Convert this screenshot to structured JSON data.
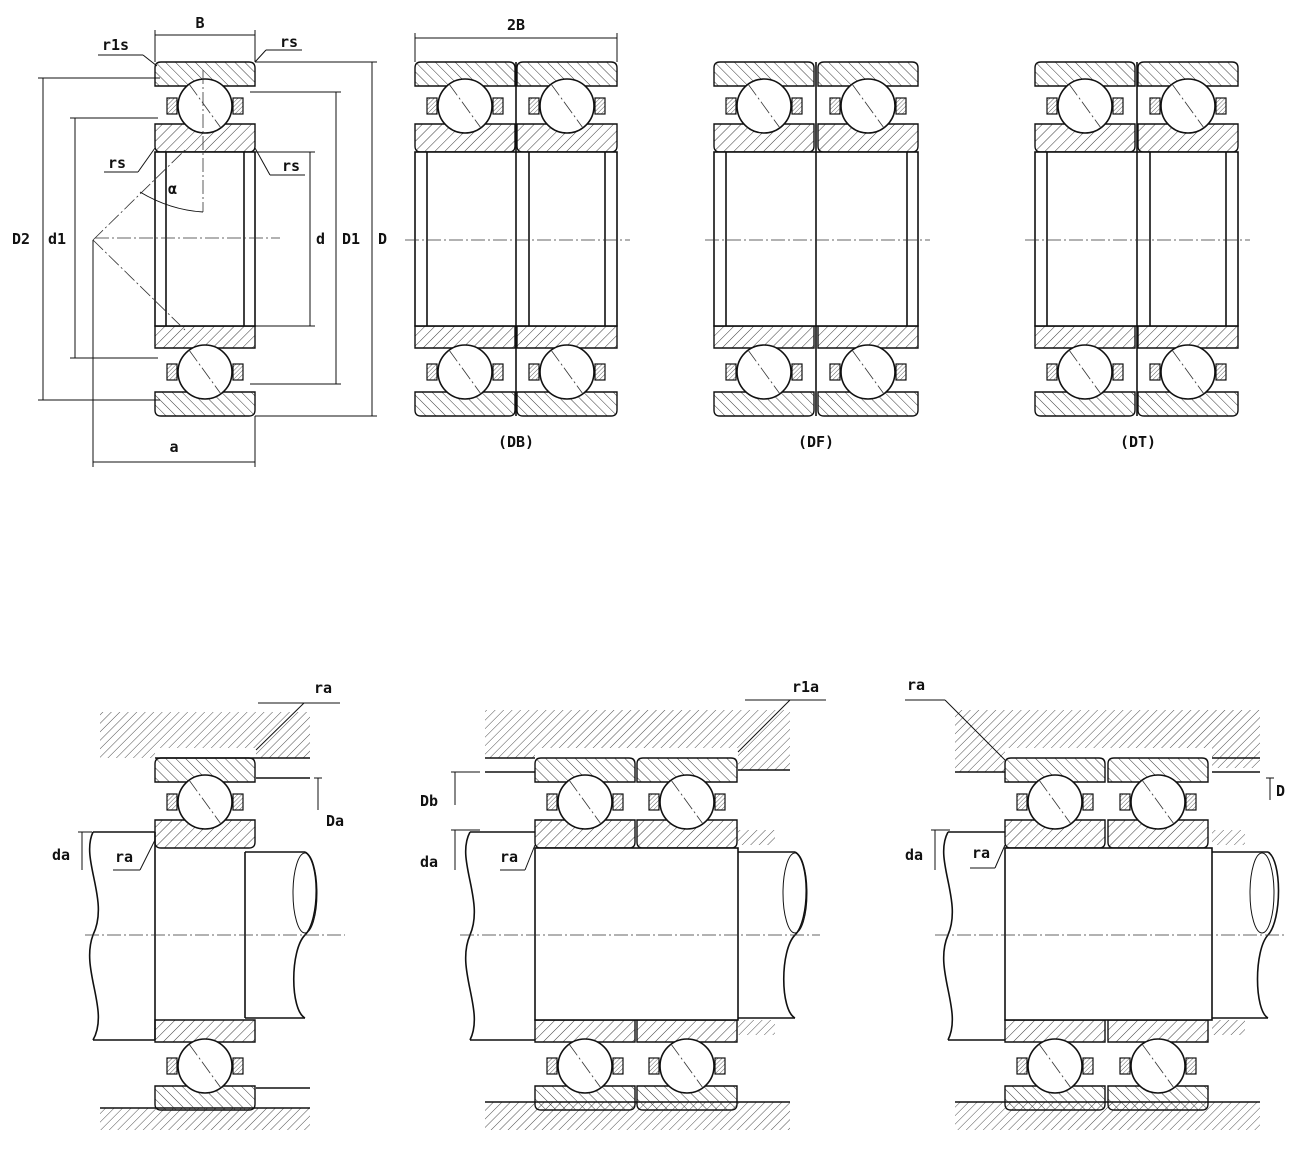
{
  "labels": {
    "B": "B",
    "r1s": "r1s",
    "rs_top": "rs",
    "rs_left": "rs",
    "rs_right": "rs",
    "alpha": "α",
    "D2": "D2",
    "d1": "d1",
    "d": "d",
    "D1": "D1",
    "D": "D",
    "a": "a",
    "twoB": "2B",
    "DB": "(DB)",
    "DF": "(DF)",
    "DT": "(DT)",
    "ra_1": "ra",
    "Da": "Da",
    "da_1": "da",
    "ra_1b": "ra",
    "r1a": "r1a",
    "Db": "Db",
    "da_2": "da",
    "ra_2": "ra",
    "ra_3": "ra",
    "D_3": "D",
    "da_3": "da",
    "ra_3b": "ra"
  }
}
